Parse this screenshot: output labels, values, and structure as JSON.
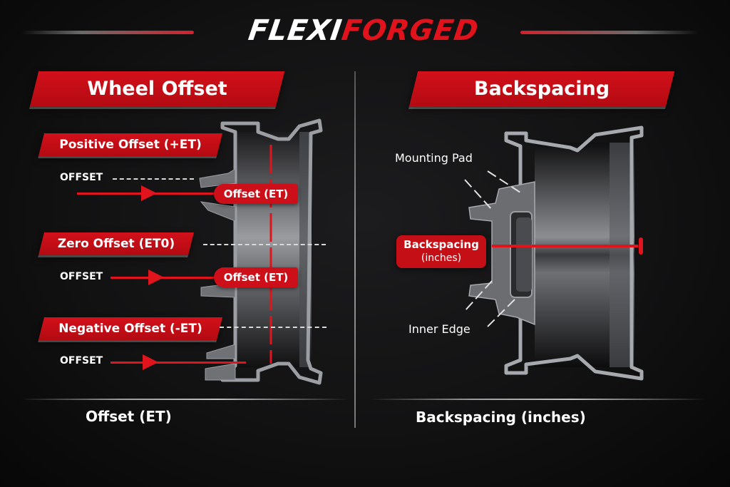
{
  "brand": {
    "part1": "FLEXI",
    "part2": "FORGED"
  },
  "colors": {
    "accent_red": "#d2101a",
    "background": "#121213",
    "metal": "#8a8d92",
    "text": "#ffffff"
  },
  "left_panel": {
    "title": "Wheel Offset",
    "sections": [
      {
        "banner": "Positive Offset (+ET)",
        "offset_label": "OFFSET",
        "pill": "Offset (ET)"
      },
      {
        "banner": "Zero Offset (ET0)",
        "offset_label": "OFFSET",
        "pill": "Offset (ET)"
      },
      {
        "banner": "Negative Offset (-ET)",
        "offset_label": "OFFSET"
      }
    ],
    "footer": "Offset (ET)"
  },
  "right_panel": {
    "title": "Backspacing",
    "callouts": {
      "mounting_pad": "Mounting Pad",
      "inner_edge": "Inner Edge"
    },
    "measure_label": {
      "line1": "Backspacing",
      "line2": "(inches)"
    },
    "footer": "Backspacing (inches)"
  }
}
